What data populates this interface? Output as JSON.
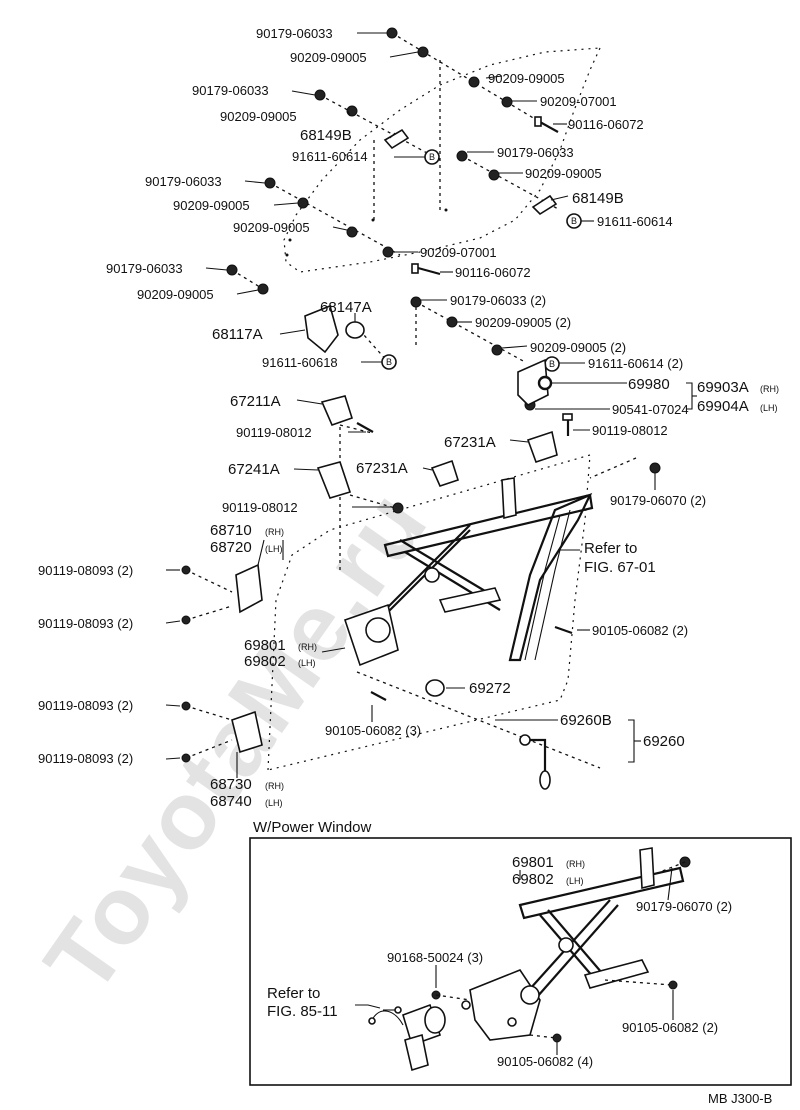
{
  "watermark": "ToyotaMe.ru",
  "labels": {
    "l1": "90179-06033",
    "l2": "90209-09005",
    "l3": "90209-09005",
    "l4": "90179-06033",
    "l5": "90209-07001",
    "l6": "90209-09005",
    "l7": "90116-06072",
    "l8": "68149B",
    "l9": "91611-60614",
    "l10": "90179-06033",
    "l11": "90179-06033",
    "l12": "90209-09005",
    "l13": "90209-09005",
    "l14": "68149B",
    "l15": "90209-09005",
    "l16": "91611-60614",
    "l17": "90209-07001",
    "l18": "90179-06033",
    "l19": "90116-06072",
    "l20": "90209-09005",
    "l21": "90179-06033 (2)",
    "l22": "68147A",
    "l23": "90209-09005 (2)",
    "l24": "68117A",
    "l25": "90209-09005 (2)",
    "l26": "91611-60618",
    "l27": "91611-60614 (2)",
    "l28": "69980",
    "l29": "69903A",
    "l29s": "(RH)",
    "l30": "69904A",
    "l30s": "(LH)",
    "l31": "90541-07024",
    "l32": "67211A",
    "l33": "90119-08012",
    "l34": "90119-08012",
    "l35": "67231A",
    "l36": "67241A",
    "l37": "67231A",
    "l38": "90179-06070 (2)",
    "l39": "90119-08012",
    "l40": "68710",
    "l40s": "(RH)",
    "l41": "68720",
    "l41s": "(LH)",
    "l42": "Refer to",
    "l43": "FIG. 67-01",
    "l44": "90119-08093 (2)",
    "l45": "90119-08093 (2)",
    "l46": "90105-06082 (2)",
    "l47": "69801",
    "l47s": "(RH)",
    "l48": "69802",
    "l48s": "(LH)",
    "l49": "69272",
    "l50": "90119-08093 (2)",
    "l51": "90105-06082 (3)",
    "l52": "69260B",
    "l53": "69260",
    "l54": "90119-08093 (2)",
    "l55": "68730",
    "l55s": "(RH)",
    "l56": "68740",
    "l56s": "(LH)",
    "box_title": "W/Power Window",
    "b1": "69801",
    "b1s": "(RH)",
    "b2": "69802",
    "b2s": "(LH)",
    "b3": "90179-06070 (2)",
    "b4": "90168-50024 (3)",
    "b5": "Refer to",
    "b6": "FIG. 85-11",
    "b7": "90105-06082 (2)",
    "b8": "90105-06082 (4)",
    "code": "MB J300-B"
  }
}
